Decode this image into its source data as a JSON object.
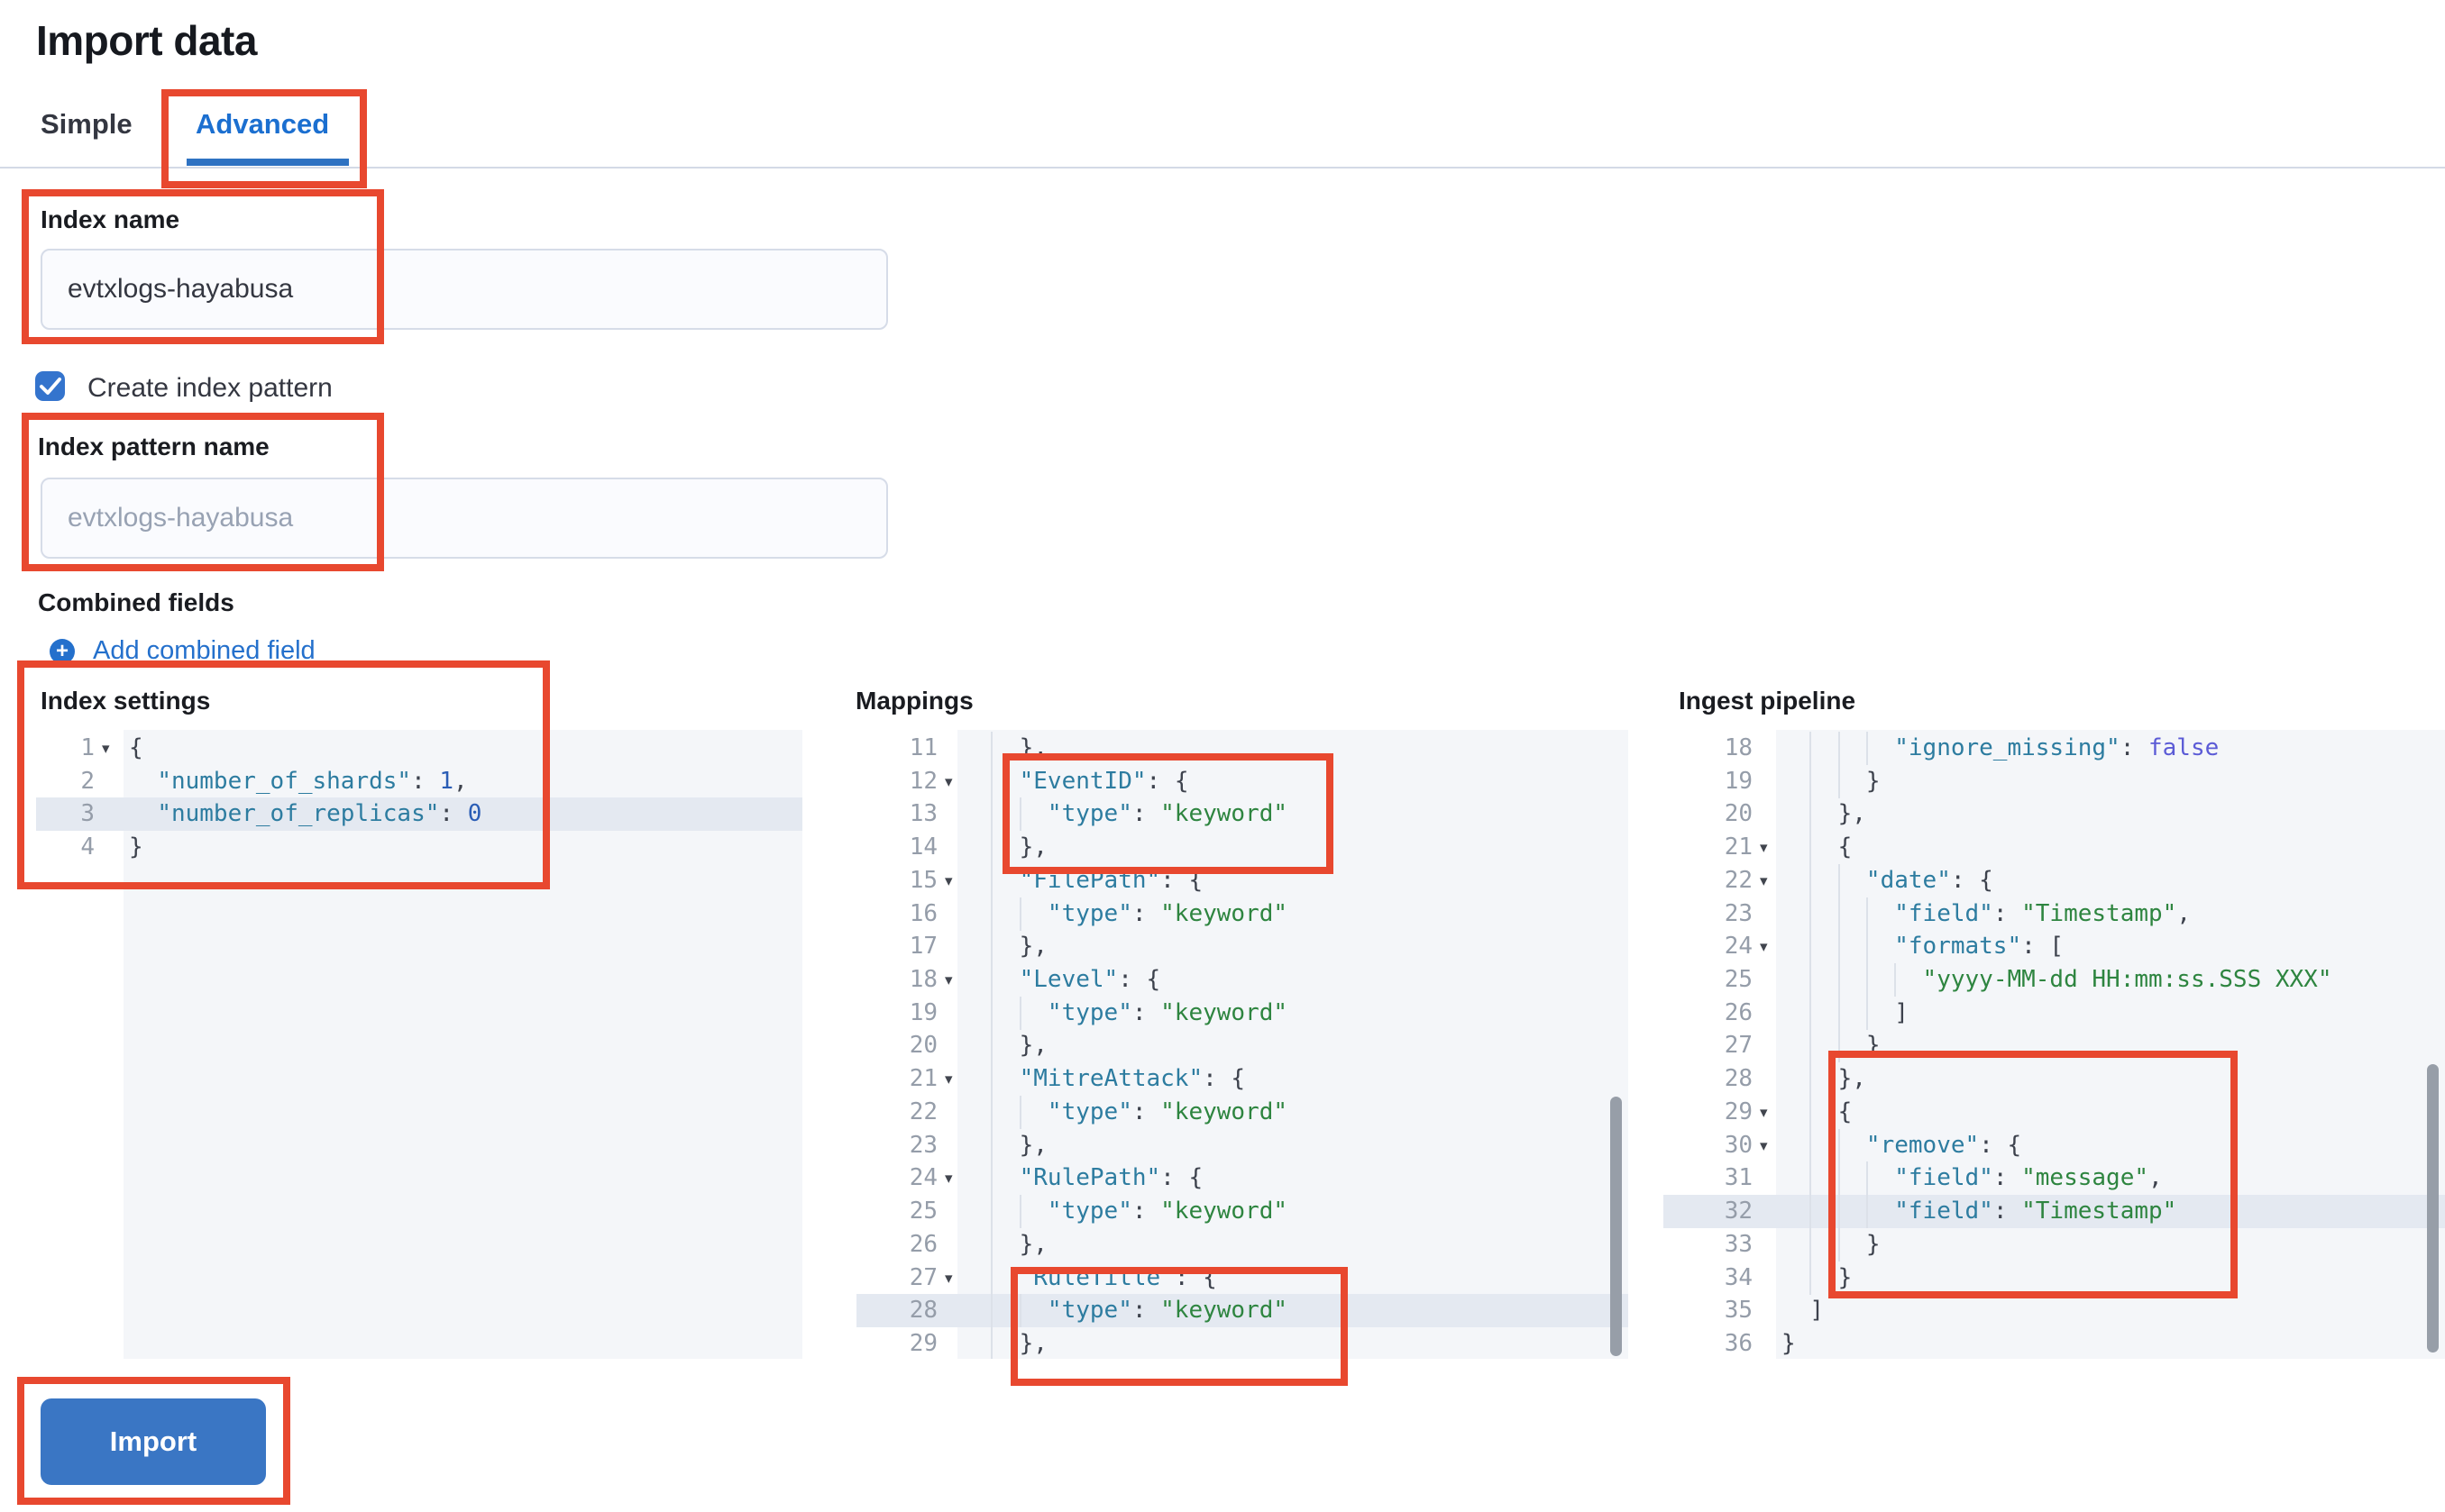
{
  "page": {
    "title": "Import data"
  },
  "tabs": [
    {
      "label": "Simple",
      "active": false
    },
    {
      "label": "Advanced",
      "active": true
    }
  ],
  "form": {
    "index_name": {
      "label": "Index name",
      "value": "evtxlogs-hayabusa"
    },
    "create_index_pattern": {
      "label": "Create index pattern",
      "checked": true
    },
    "index_pattern_name": {
      "label": "Index pattern name",
      "placeholder": "evtxlogs-hayabusa"
    },
    "combined_fields": {
      "label": "Combined fields",
      "add_link_label": "Add combined field"
    }
  },
  "import_button": {
    "label": "Import"
  },
  "colors": {
    "annotation_red": "#e8482f",
    "primary_blue": "#3a76c4",
    "link_blue": "#2470cc",
    "tab_active_blue": "#1b6fd0",
    "code_key": "#2d7ca0",
    "code_string": "#2e8540",
    "code_number": "#2a5db5",
    "code_boolean": "#5b5bd6",
    "editor_bg": "#f4f6f9",
    "active_line_bg": "#e4e9f1"
  },
  "editors": [
    {
      "id": "index_settings",
      "label": "Index settings",
      "active_line": 3,
      "lines": [
        {
          "n": 1,
          "fold": true,
          "indent": 0,
          "segs": [
            [
              "{",
              "punct"
            ]
          ]
        },
        {
          "n": 2,
          "fold": false,
          "indent": 2,
          "segs": [
            [
              "\"number_of_shards\"",
              "key"
            ],
            [
              ": ",
              "punct"
            ],
            [
              "1",
              "num"
            ],
            [
              ",",
              "punct"
            ]
          ]
        },
        {
          "n": 3,
          "fold": false,
          "indent": 2,
          "segs": [
            [
              "\"number_of_replicas\"",
              "key"
            ],
            [
              ": ",
              "punct"
            ],
            [
              "0",
              "num"
            ]
          ]
        },
        {
          "n": 4,
          "fold": false,
          "indent": 0,
          "segs": [
            [
              "}",
              "punct"
            ]
          ]
        }
      ]
    },
    {
      "id": "mappings",
      "label": "Mappings",
      "active_line": 28,
      "lines": [
        {
          "n": 11,
          "fold": false,
          "indent": 4,
          "segs": [
            [
              "},",
              "punct"
            ]
          ]
        },
        {
          "n": 12,
          "fold": true,
          "indent": 4,
          "segs": [
            [
              "\"EventID\"",
              "key"
            ],
            [
              ": {",
              "punct"
            ]
          ]
        },
        {
          "n": 13,
          "fold": false,
          "indent": 6,
          "segs": [
            [
              "\"type\"",
              "key"
            ],
            [
              ": ",
              "punct"
            ],
            [
              "\"keyword\"",
              "str"
            ]
          ]
        },
        {
          "n": 14,
          "fold": false,
          "indent": 4,
          "segs": [
            [
              "},",
              "punct"
            ]
          ]
        },
        {
          "n": 15,
          "fold": true,
          "indent": 4,
          "segs": [
            [
              "\"FilePath\"",
              "key"
            ],
            [
              ": {",
              "punct"
            ]
          ]
        },
        {
          "n": 16,
          "fold": false,
          "indent": 6,
          "segs": [
            [
              "\"type\"",
              "key"
            ],
            [
              ": ",
              "punct"
            ],
            [
              "\"keyword\"",
              "str"
            ]
          ]
        },
        {
          "n": 17,
          "fold": false,
          "indent": 4,
          "segs": [
            [
              "},",
              "punct"
            ]
          ]
        },
        {
          "n": 18,
          "fold": true,
          "indent": 4,
          "segs": [
            [
              "\"Level\"",
              "key"
            ],
            [
              ": {",
              "punct"
            ]
          ]
        },
        {
          "n": 19,
          "fold": false,
          "indent": 6,
          "segs": [
            [
              "\"type\"",
              "key"
            ],
            [
              ": ",
              "punct"
            ],
            [
              "\"keyword\"",
              "str"
            ]
          ]
        },
        {
          "n": 20,
          "fold": false,
          "indent": 4,
          "segs": [
            [
              "},",
              "punct"
            ]
          ]
        },
        {
          "n": 21,
          "fold": true,
          "indent": 4,
          "segs": [
            [
              "\"MitreAttack\"",
              "key"
            ],
            [
              ": {",
              "punct"
            ]
          ]
        },
        {
          "n": 22,
          "fold": false,
          "indent": 6,
          "segs": [
            [
              "\"type\"",
              "key"
            ],
            [
              ": ",
              "punct"
            ],
            [
              "\"keyword\"",
              "str"
            ]
          ]
        },
        {
          "n": 23,
          "fold": false,
          "indent": 4,
          "segs": [
            [
              "},",
              "punct"
            ]
          ]
        },
        {
          "n": 24,
          "fold": true,
          "indent": 4,
          "segs": [
            [
              "\"RulePath\"",
              "key"
            ],
            [
              ": {",
              "punct"
            ]
          ]
        },
        {
          "n": 25,
          "fold": false,
          "indent": 6,
          "segs": [
            [
              "\"type\"",
              "key"
            ],
            [
              ": ",
              "punct"
            ],
            [
              "\"keyword\"",
              "str"
            ]
          ]
        },
        {
          "n": 26,
          "fold": false,
          "indent": 4,
          "segs": [
            [
              "},",
              "punct"
            ]
          ]
        },
        {
          "n": 27,
          "fold": true,
          "indent": 4,
          "segs": [
            [
              "\"RuleTitle\"",
              "key"
            ],
            [
              ": {",
              "punct"
            ]
          ]
        },
        {
          "n": 28,
          "fold": false,
          "indent": 6,
          "segs": [
            [
              "\"type\"",
              "key"
            ],
            [
              ": ",
              "punct"
            ],
            [
              "\"keyword\"",
              "str"
            ]
          ]
        },
        {
          "n": 29,
          "fold": false,
          "indent": 4,
          "segs": [
            [
              "},",
              "punct"
            ]
          ]
        }
      ]
    },
    {
      "id": "ingest_pipeline",
      "label": "Ingest pipeline",
      "active_line": 32,
      "lines": [
        {
          "n": 18,
          "fold": false,
          "indent": 8,
          "segs": [
            [
              "\"ignore_missing\"",
              "key"
            ],
            [
              ": ",
              "punct"
            ],
            [
              "false",
              "bool"
            ]
          ]
        },
        {
          "n": 19,
          "fold": false,
          "indent": 6,
          "segs": [
            [
              "}",
              "punct"
            ]
          ]
        },
        {
          "n": 20,
          "fold": false,
          "indent": 4,
          "segs": [
            [
              "},",
              "punct"
            ]
          ]
        },
        {
          "n": 21,
          "fold": true,
          "indent": 4,
          "segs": [
            [
              "{",
              "punct"
            ]
          ]
        },
        {
          "n": 22,
          "fold": true,
          "indent": 6,
          "segs": [
            [
              "\"date\"",
              "key"
            ],
            [
              ": {",
              "punct"
            ]
          ]
        },
        {
          "n": 23,
          "fold": false,
          "indent": 8,
          "segs": [
            [
              "\"field\"",
              "key"
            ],
            [
              ": ",
              "punct"
            ],
            [
              "\"Timestamp\"",
              "str"
            ],
            [
              ",",
              "punct"
            ]
          ]
        },
        {
          "n": 24,
          "fold": true,
          "indent": 8,
          "segs": [
            [
              "\"formats\"",
              "key"
            ],
            [
              ": [",
              "punct"
            ]
          ]
        },
        {
          "n": 25,
          "fold": false,
          "indent": 10,
          "segs": [
            [
              "\"yyyy-MM-dd HH:mm:ss.SSS XXX\"",
              "str"
            ]
          ]
        },
        {
          "n": 26,
          "fold": false,
          "indent": 8,
          "segs": [
            [
              "]",
              "punct"
            ]
          ]
        },
        {
          "n": 27,
          "fold": false,
          "indent": 6,
          "segs": [
            [
              "}",
              "punct"
            ]
          ]
        },
        {
          "n": 28,
          "fold": false,
          "indent": 4,
          "segs": [
            [
              "},",
              "punct"
            ]
          ]
        },
        {
          "n": 29,
          "fold": true,
          "indent": 4,
          "segs": [
            [
              "{",
              "punct"
            ]
          ]
        },
        {
          "n": 30,
          "fold": true,
          "indent": 6,
          "segs": [
            [
              "\"remove\"",
              "key"
            ],
            [
              ": {",
              "punct"
            ]
          ]
        },
        {
          "n": 31,
          "fold": false,
          "indent": 8,
          "segs": [
            [
              "\"field\"",
              "key"
            ],
            [
              ": ",
              "punct"
            ],
            [
              "\"message\"",
              "str"
            ],
            [
              ",",
              "punct"
            ]
          ]
        },
        {
          "n": 32,
          "fold": false,
          "indent": 8,
          "segs": [
            [
              "\"field\"",
              "key"
            ],
            [
              ": ",
              "punct"
            ],
            [
              "\"Timestamp\"",
              "str"
            ]
          ]
        },
        {
          "n": 33,
          "fold": false,
          "indent": 6,
          "segs": [
            [
              "}",
              "punct"
            ]
          ]
        },
        {
          "n": 34,
          "fold": false,
          "indent": 4,
          "segs": [
            [
              "}",
              "punct"
            ]
          ]
        },
        {
          "n": 35,
          "fold": false,
          "indent": 2,
          "segs": [
            [
              "]",
              "punct"
            ]
          ]
        },
        {
          "n": 36,
          "fold": false,
          "indent": 0,
          "segs": [
            [
              "}",
              "punct"
            ]
          ]
        }
      ]
    }
  ]
}
